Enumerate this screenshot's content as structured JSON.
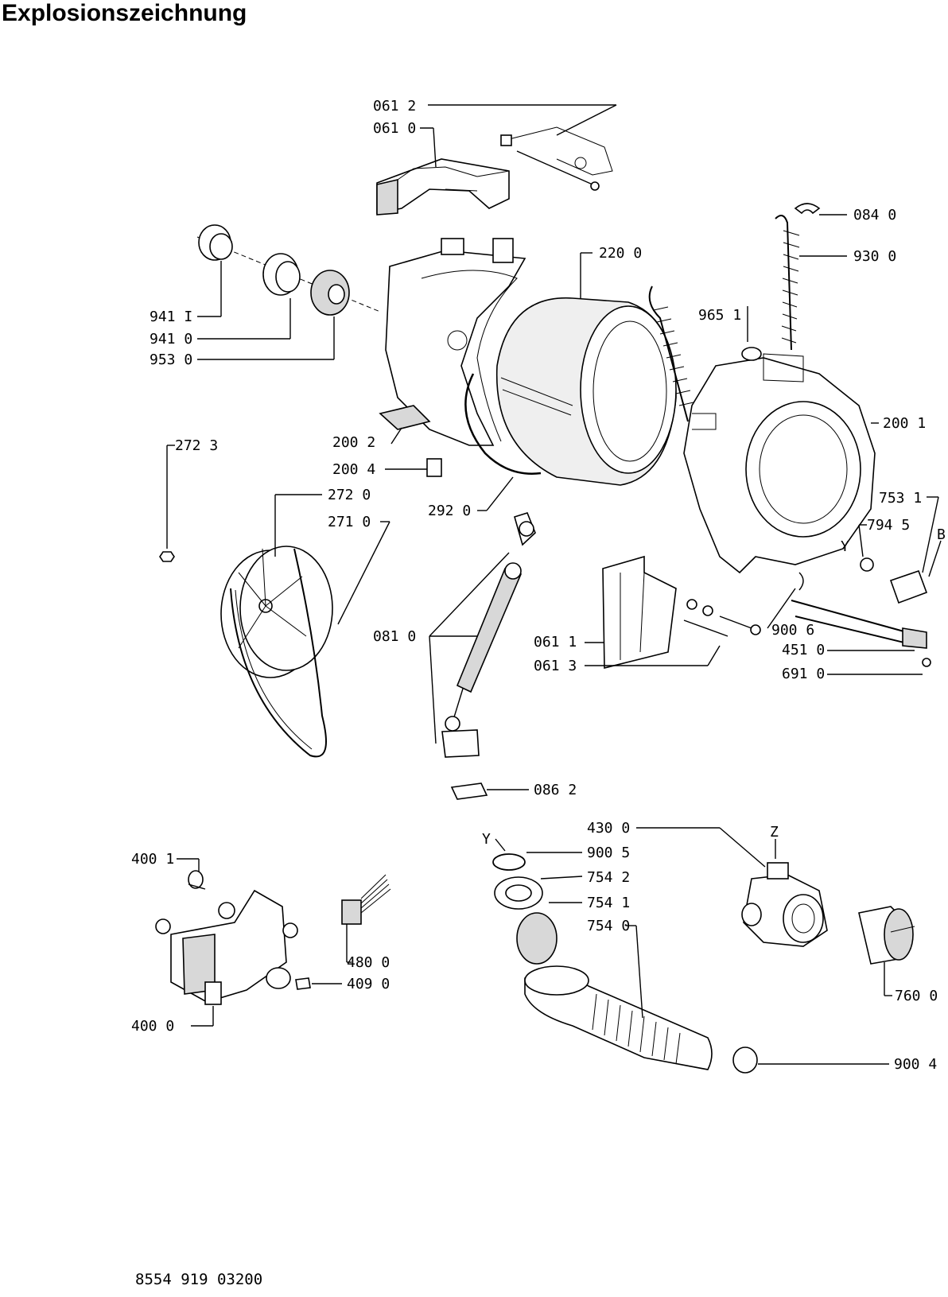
{
  "title": "Explosionszeichnung",
  "footer": "8554 919 03200",
  "labels": {
    "l0612": "061 2",
    "l0610": "061 0",
    "l0840": "084 0",
    "l2200": "220 0",
    "l9300": "930 0",
    "l9651": "965 1",
    "l9411": "941 I",
    "l9410": "941 0",
    "l9530": "953 0",
    "l2001": "200 1",
    "l2723": "272 3",
    "l2002": "200 2",
    "l2004": "200 4",
    "l2720": "272 0",
    "l2920": "292 0",
    "l2710": "271 0",
    "l7531": "753 1",
    "l7945": "794 5",
    "lB": "B",
    "lY1": "Y",
    "l0810": "081 0",
    "l0611": "061 1",
    "l9006": "900 6",
    "l0613": "061 3",
    "l4510": "451 0",
    "l6910": "691 0",
    "l0862": "086 2",
    "l4300": "430 0",
    "lZ": "Z",
    "lY2": "Y",
    "l9005": "900 5",
    "l4001": "400 1",
    "l7542": "754 2",
    "l7541": "754 1",
    "l7540": "754 0",
    "l4800": "480 0",
    "l4090": "409 0",
    "l7600": "760 0",
    "l4000": "400 0",
    "l9004": "900 4"
  }
}
